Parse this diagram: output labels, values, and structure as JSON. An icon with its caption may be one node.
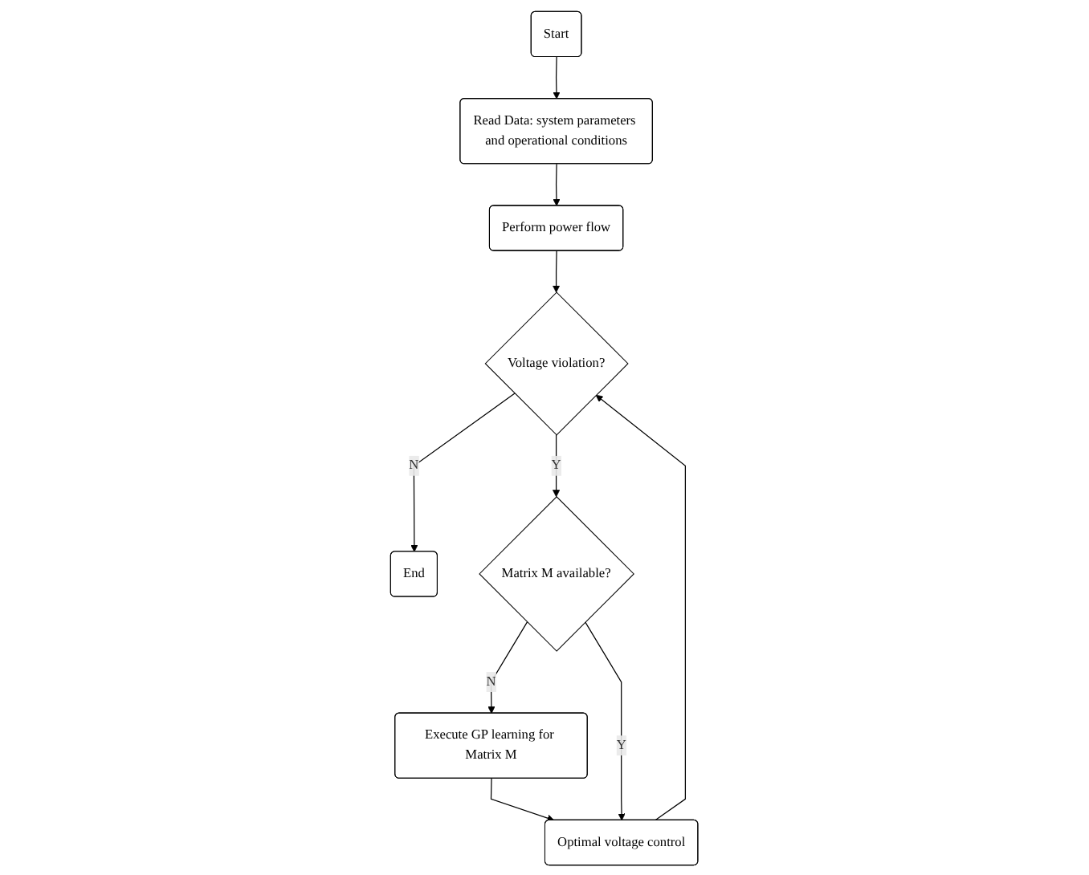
{
  "diagram": {
    "nodes": [
      {
        "text": [
          "Start"
        ]
      },
      {
        "text": [
          "Read Data: system parameters and operational conditions"
        ]
      },
      {
        "text": [
          "Perform power flow"
        ]
      },
      {
        "text": [
          "Voltage violation?"
        ]
      },
      {
        "text": [
          "End"
        ]
      },
      {
        "text": [
          "Matrix M available?"
        ]
      },
      {
        "text": [
          "Execute GP learning for Matrix M"
        ]
      },
      {
        "text": [
          "Optimal voltage control"
        ]
      }
    ],
    "edges": [
      {
        "from": 0,
        "to": 1,
        "arrow": "to"
      },
      {
        "from": 1,
        "to": 2,
        "arrow": "to"
      },
      {
        "from": 2,
        "to": 3,
        "arrow": "to"
      },
      {
        "from": 7,
        "to": 3,
        "arrow": "to"
      },
      {
        "from": 3,
        "to": 4,
        "label": "N",
        "arrow": "to"
      },
      {
        "from": 3,
        "to": 5,
        "label": "Y",
        "arrow": "to"
      },
      {
        "from": 5,
        "to": 6,
        "label": "N",
        "arrow": "to"
      },
      {
        "from": 6,
        "to": 7,
        "arrow": "to"
      },
      {
        "from": 5,
        "to": 7,
        "label": "Y",
        "arrow": "to"
      }
    ]
  }
}
